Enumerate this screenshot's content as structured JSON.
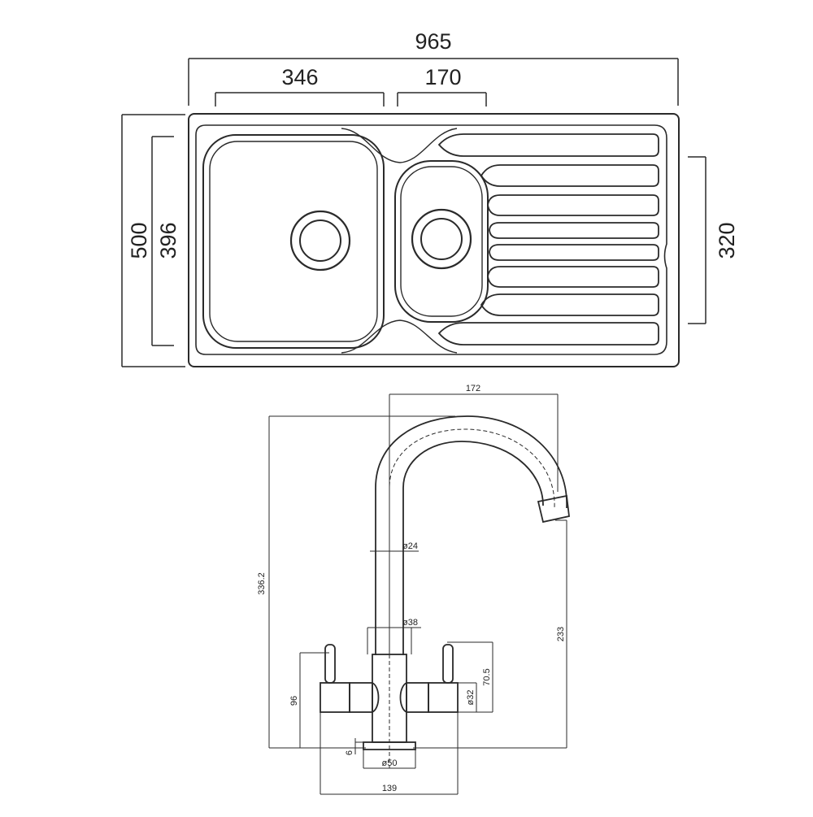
{
  "sink": {
    "dim_overall_width": "965",
    "dim_large_bowl": "346",
    "dim_small_bowl": "170",
    "dim_overall_depth": "500",
    "dim_bowl_depth": "396",
    "dim_drainer_depth": "320"
  },
  "tap": {
    "dim_spout_reach": "172",
    "dim_total_height": "336.2",
    "dim_spout_height": "233",
    "dim_pipe_diameter": "ø24",
    "dim_body_diameter": "ø38",
    "dim_handle_height": "70.5",
    "dim_handle_diameter": "ø32",
    "dim_lever_height": "96",
    "dim_base_thickness": "6",
    "dim_base_diameter": "ø50",
    "dim_lever_span": "139"
  }
}
